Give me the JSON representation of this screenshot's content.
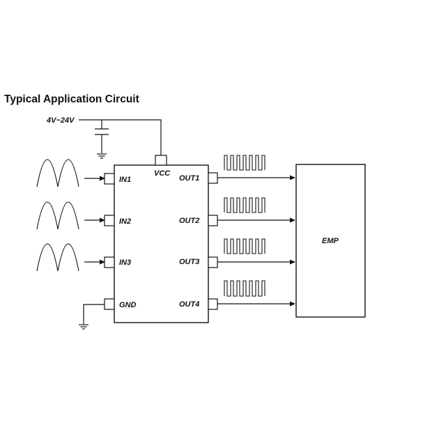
{
  "title": "Typical Application Circuit",
  "supply_label": "4V~24V",
  "chip": {
    "vcc_label": "VCC",
    "gnd_label": "GND",
    "inputs": [
      "IN1",
      "IN2",
      "IN3"
    ],
    "outputs": [
      "OUT1",
      "OUT2",
      "OUT3",
      "OUT4"
    ]
  },
  "load_label": "EMP",
  "icons": {
    "input_wave": "half-sine-wave-icon",
    "output_wave": "pulse-train-icon",
    "capacitor": "capacitor-icon",
    "ground": "ground-icon",
    "arrow": "arrow-icon"
  }
}
